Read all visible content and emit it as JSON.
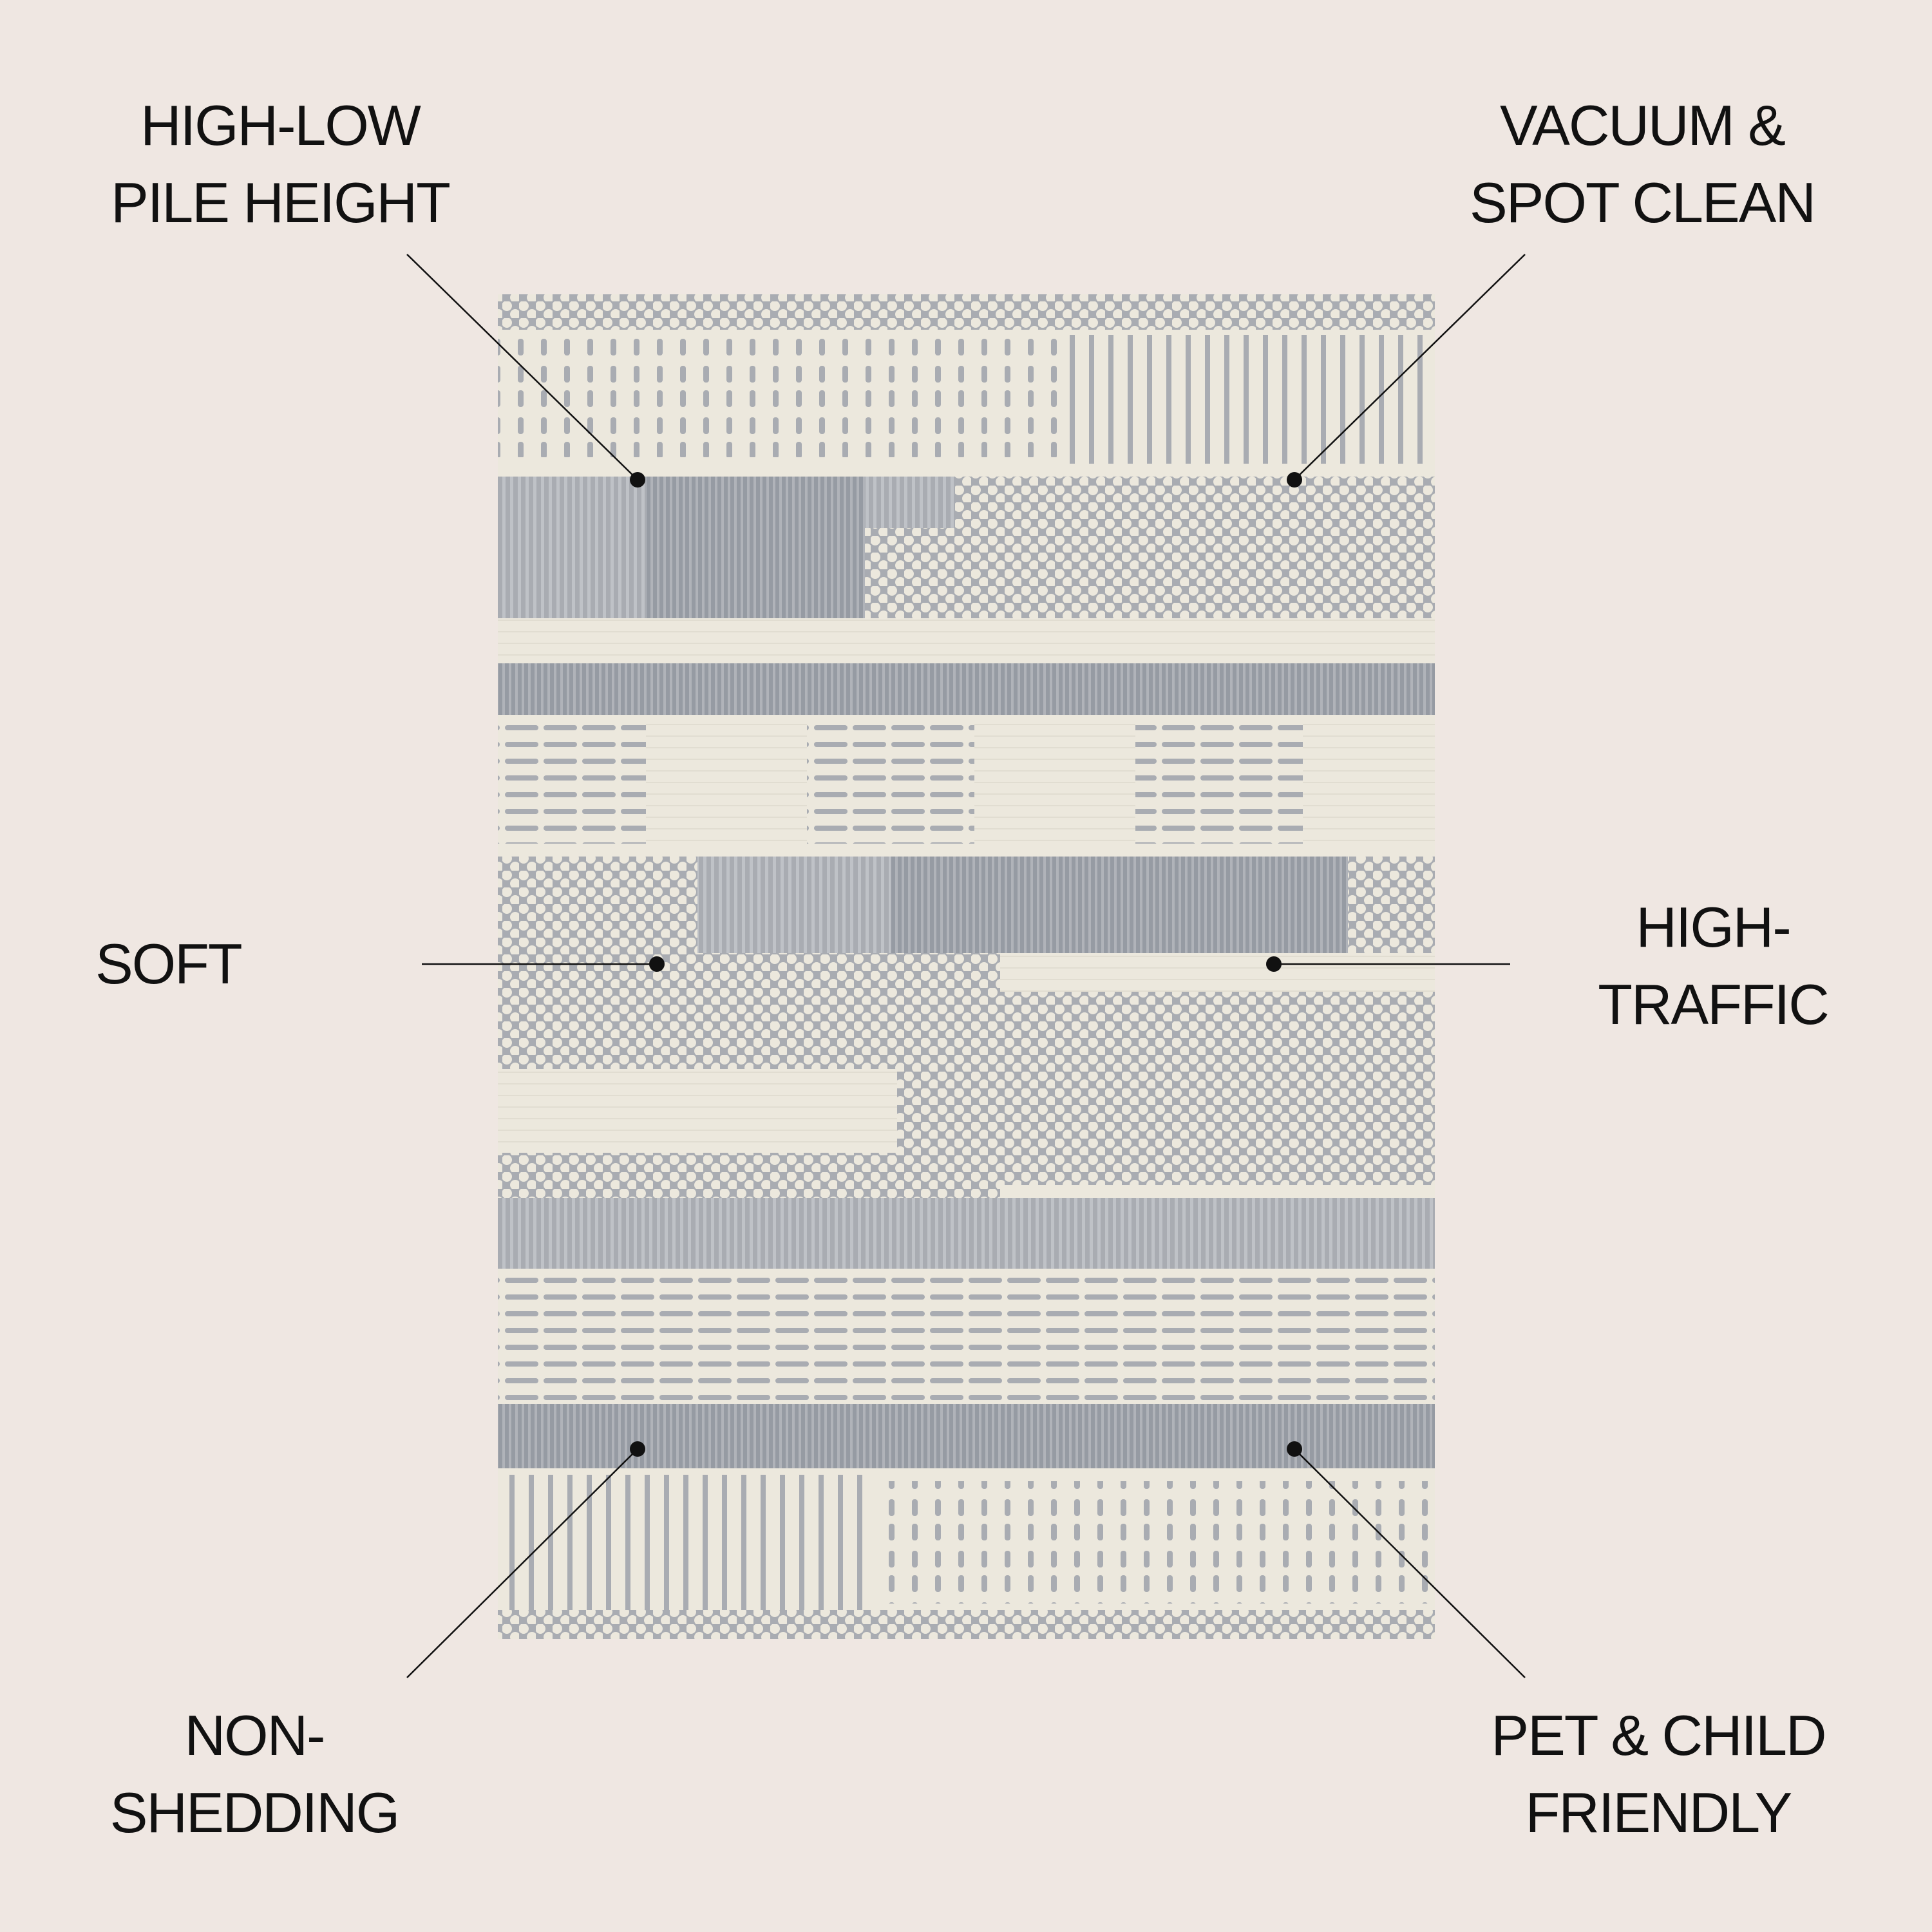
{
  "colors": {
    "background": "#efe7e2",
    "rug_cream": "#ece8dd",
    "rug_grey": "#a9acb2",
    "rug_dark_grey": "#959aa2",
    "callout": "#111111"
  },
  "features": [
    {
      "id": "pile",
      "lines": [
        "HIGH-LOW",
        "PILE HEIGHT"
      ]
    },
    {
      "id": "clean",
      "lines": [
        "VACUUM &",
        "SPOT CLEAN"
      ]
    },
    {
      "id": "soft",
      "lines": [
        "SOFT"
      ]
    },
    {
      "id": "traffic",
      "lines": [
        "HIGH-",
        "TRAFFIC"
      ]
    },
    {
      "id": "shed",
      "lines": [
        "NON-",
        "SHEDDING"
      ]
    },
    {
      "id": "pet",
      "lines": [
        "PET & CHILD",
        "FRIENDLY"
      ]
    }
  ]
}
